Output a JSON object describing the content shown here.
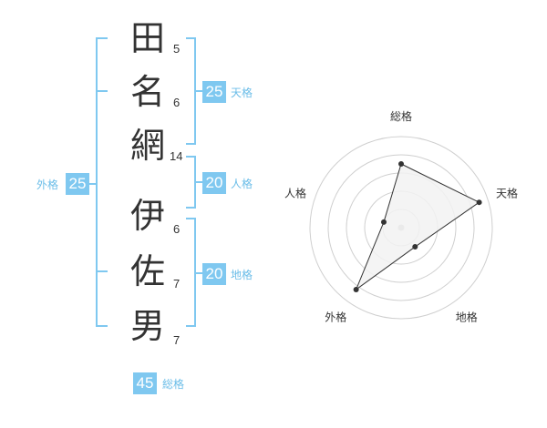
{
  "name": {
    "characters": [
      {
        "char": "田",
        "strokes": "5"
      },
      {
        "char": "名",
        "strokes": "6"
      },
      {
        "char": "網",
        "strokes": "14"
      },
      {
        "char": "伊",
        "strokes": "6"
      },
      {
        "char": "佐",
        "strokes": "7"
      },
      {
        "char": "男",
        "strokes": "7"
      }
    ]
  },
  "fortune": {
    "tenkaku": {
      "label": "天格",
      "value": "25"
    },
    "jinkaku": {
      "label": "人格",
      "value": "20"
    },
    "chikaku": {
      "label": "地格",
      "value": "20"
    },
    "gaikaku": {
      "label": "外格",
      "value": "25"
    },
    "soukaku": {
      "label": "総格",
      "value": "45"
    }
  },
  "radar": {
    "axes": [
      "総格",
      "天格",
      "地格",
      "外格",
      "人格"
    ],
    "levels": 5,
    "values": [
      3.5,
      4.5,
      1.3,
      4.2,
      1.0
    ],
    "colors": {
      "grid": "#cfcfcf",
      "fill": "#f2f2f2",
      "line": "#333333",
      "center": "#bbbbbb"
    }
  },
  "colors": {
    "accent": "#7fc8f0",
    "bracket": "#7fc8f0"
  }
}
